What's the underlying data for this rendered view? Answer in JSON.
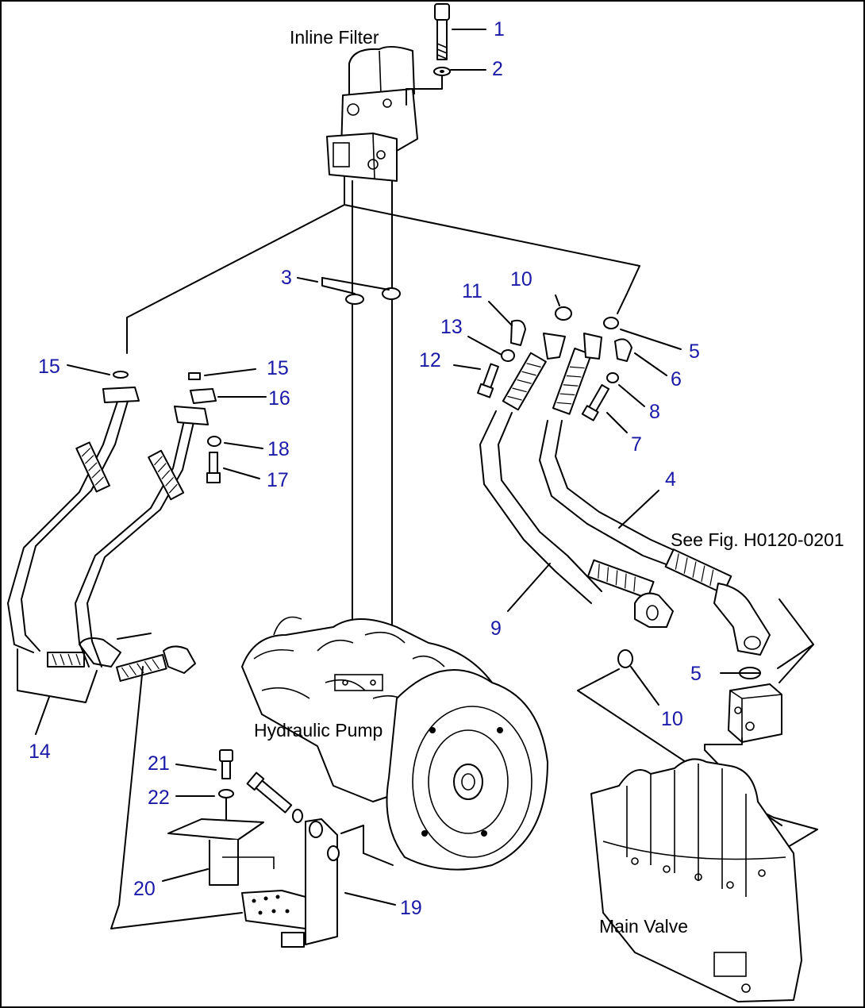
{
  "captions": {
    "inline_filter": "Inline Filter",
    "hydraulic_pump": "Hydraulic Pump",
    "main_valve": "Main Valve",
    "see_fig": "See Fig. H0120-0201"
  },
  "callouts": [
    "1",
    "2",
    "3",
    "4",
    "5",
    "6",
    "7",
    "8",
    "9",
    "10",
    "11",
    "12",
    "13",
    "14",
    "15",
    "16",
    "17",
    "18",
    "19",
    "20",
    "21",
    "22"
  ],
  "colors": {
    "callout": "#1a1aa8",
    "linework": "#000000",
    "background": "#ffffff"
  }
}
